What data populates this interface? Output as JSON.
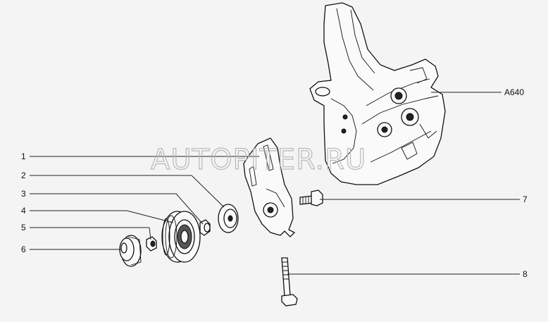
{
  "watermark": "AUTOPITER.RU",
  "labels": {
    "p1": "1",
    "p2": "2",
    "p3": "3",
    "p4": "4",
    "p5": "5",
    "p6": "6",
    "p7": "7",
    "p8": "8",
    "bracket": "A640"
  }
}
